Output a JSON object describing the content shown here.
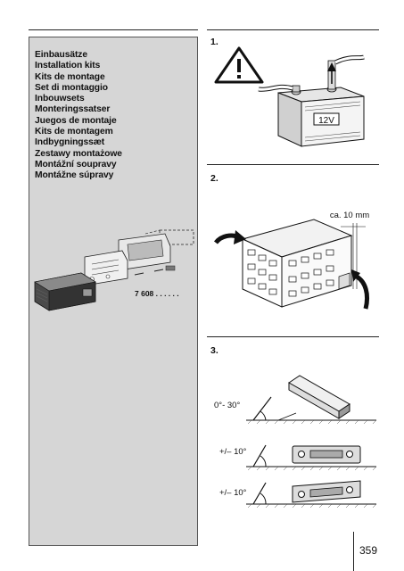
{
  "left_panel": {
    "kit_titles": [
      "Einbausätze",
      "Installation kits",
      "Kits de montage",
      "Set di montaggio",
      "Inbouwsets",
      "Monteringssatser",
      "Juegos de montaje",
      "Kits de montagem",
      "Indbygningssæt",
      "Zestawy montażowe",
      "Montážní soupravy",
      "Montážne súpravy"
    ],
    "part_number": "7 608 . . . . . ."
  },
  "steps": [
    {
      "number": "1.",
      "battery_label": "12V"
    },
    {
      "number": "2.",
      "distance_label": "ca. 10 mm"
    },
    {
      "number": "3.",
      "angle_labels": [
        "0°- 30°",
        "+/– 10°",
        "+/– 10°"
      ]
    }
  ],
  "page_number": "359"
}
